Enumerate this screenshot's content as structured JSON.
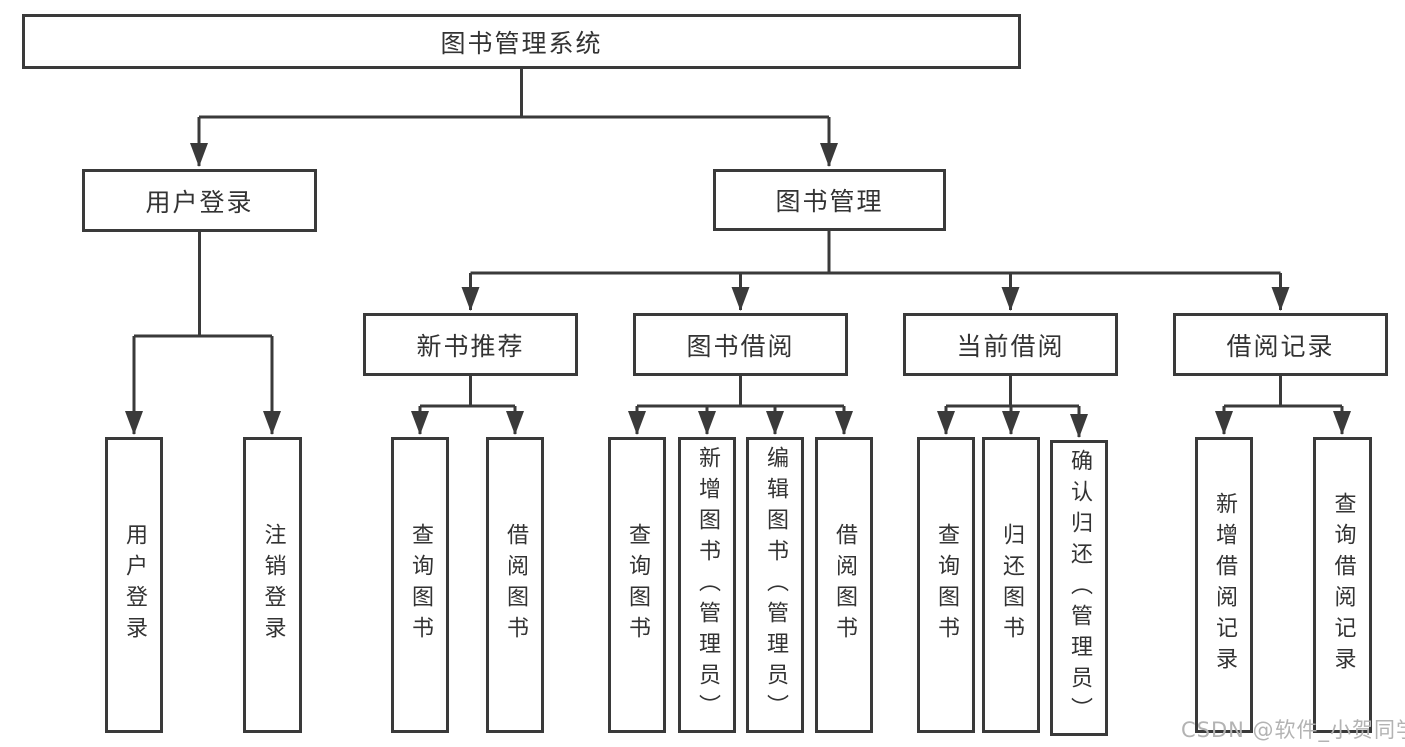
{
  "diagram": {
    "root": {
      "label": "图书管理系统"
    },
    "branches": [
      {
        "label": "用户登录",
        "children": [
          {
            "label": "用户登录"
          },
          {
            "label": "注销登录"
          }
        ]
      },
      {
        "label": "图书管理",
        "children": [
          {
            "label": "新书推荐",
            "children": [
              {
                "label": "查询图书"
              },
              {
                "label": "借阅图书"
              }
            ]
          },
          {
            "label": "图书借阅",
            "children": [
              {
                "label": "查询图书"
              },
              {
                "label": "新增图书（管理员）"
              },
              {
                "label": "编辑图书（管理员）"
              },
              {
                "label": "借阅图书"
              }
            ]
          },
          {
            "label": "当前借阅",
            "children": [
              {
                "label": "查询图书"
              },
              {
                "label": "归还图书"
              },
              {
                "label": "确认归还（管理员）"
              }
            ]
          },
          {
            "label": "借阅记录",
            "children": [
              {
                "label": "新增借阅记录"
              },
              {
                "label": "查询借阅记录"
              }
            ]
          }
        ]
      }
    ]
  },
  "watermark": "CSDN @软件_小贺同学",
  "colors": {
    "line": "#3a3a3a",
    "text": "#333333",
    "box_fill": "#ffffff",
    "watermark": "#b3b3b3",
    "background": "#ffffff"
  }
}
